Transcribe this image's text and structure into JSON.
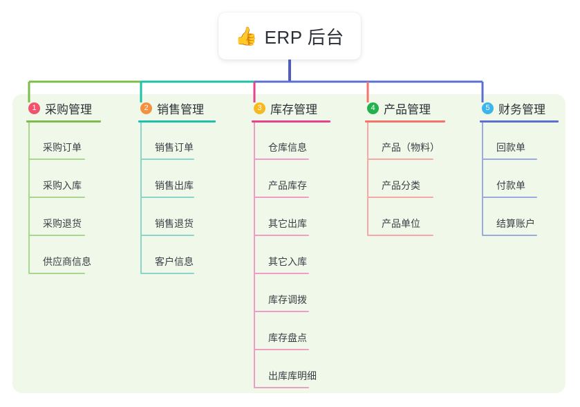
{
  "root": {
    "icon": "thumbs-up-icon",
    "emoji": "👍",
    "title": "ERP 后台"
  },
  "colors": {
    "panel_bg": "#eff8e9",
    "page_bg": "#ffffff",
    "root_stem": "#4f5cc4",
    "col1": "#7cbc4a",
    "col1_light": "#a8d68a",
    "col2": "#1fc0a8",
    "col2_light": "#8bd4cb",
    "col3": "#e8428f",
    "col3_light": "#f09cc4",
    "col4": "#f4736b",
    "col4_light": "#f5a9a2",
    "col5": "#5b6fd0",
    "col5_light": "#9aa9e0",
    "badge1": "#f2526b",
    "badge2": "#f3913f",
    "badge3": "#f7b922",
    "badge4": "#22b14c",
    "badge5": "#3cb4ec"
  },
  "columns": [
    {
      "number": "1",
      "label": "采购管理",
      "badge_color": "#f2526b",
      "rule_color": "#7cbc4a",
      "leaf_color": "#a8d68a",
      "items": [
        {
          "label": "采购订单"
        },
        {
          "label": "采购入库"
        },
        {
          "label": "采购退货"
        },
        {
          "label": "供应商信息"
        }
      ]
    },
    {
      "number": "2",
      "label": "销售管理",
      "badge_color": "#f3913f",
      "rule_color": "#1fc0a8",
      "leaf_color": "#8bd4cb",
      "items": [
        {
          "label": "销售订单"
        },
        {
          "label": "销售出库"
        },
        {
          "label": "销售退货"
        },
        {
          "label": "客户信息"
        }
      ]
    },
    {
      "number": "3",
      "label": "库存管理",
      "badge_color": "#f7b922",
      "rule_color": "#e8428f",
      "leaf_color": "#f09cc4",
      "items": [
        {
          "label": "仓库信息"
        },
        {
          "label": "产品库存"
        },
        {
          "label": "其它出库"
        },
        {
          "label": "其它入库"
        },
        {
          "label": "库存调拨"
        },
        {
          "label": "库存盘点"
        },
        {
          "label": "出库库明细"
        }
      ]
    },
    {
      "number": "4",
      "label": "产品管理",
      "badge_color": "#22b14c",
      "rule_color": "#f4736b",
      "leaf_color": "#f5a9a2",
      "items": [
        {
          "label": "产品（物料）"
        },
        {
          "label": "产品分类"
        },
        {
          "label": "产品单位"
        }
      ]
    },
    {
      "number": "5",
      "label": "财务管理",
      "badge_color": "#3cb4ec",
      "rule_color": "#5b6fd0",
      "leaf_color": "#9aa9e0",
      "items": [
        {
          "label": "回款单"
        },
        {
          "label": "付款单"
        },
        {
          "label": "结算账户"
        }
      ]
    }
  ]
}
